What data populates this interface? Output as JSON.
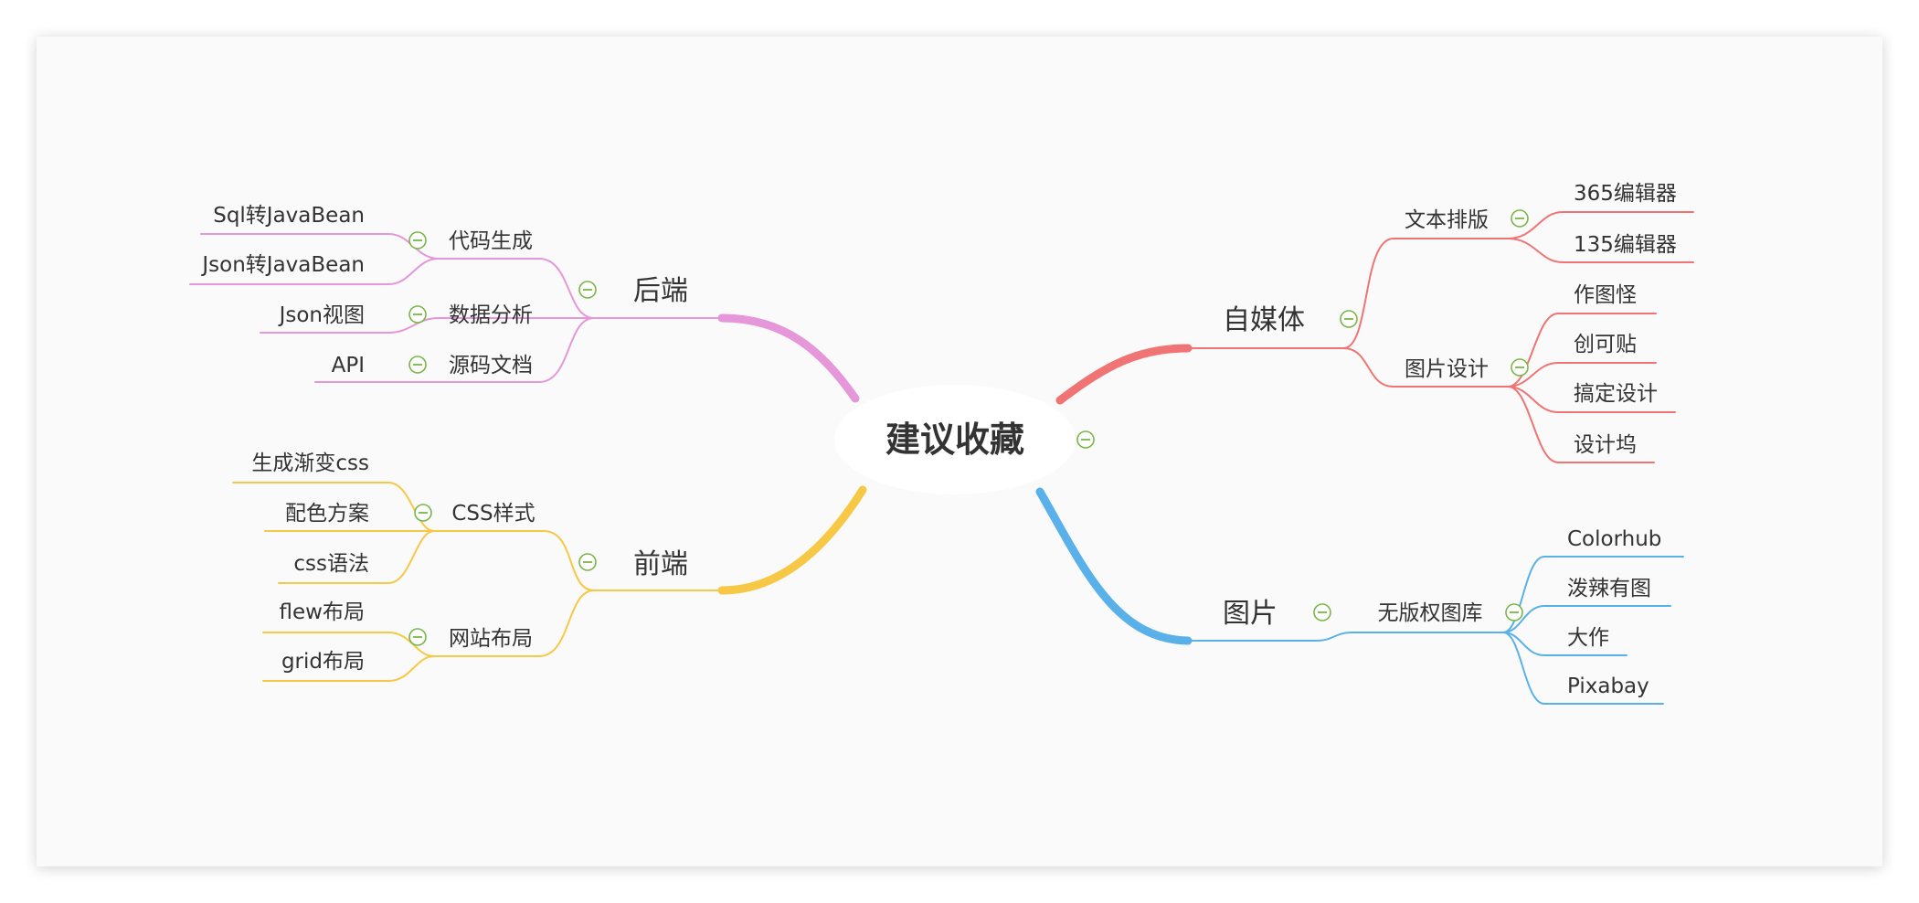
{
  "root": {
    "title": "建议收藏"
  },
  "colors": {
    "backend": "#e597d9",
    "frontend": "#f7c845",
    "media": "#f07474",
    "images": "#5ab1ea",
    "toggle": "#7ab648"
  },
  "branches": {
    "backend": {
      "label": "后端",
      "children": [
        {
          "label": "代码生成",
          "leaves": [
            "Sql转JavaBean",
            "Json转JavaBean"
          ]
        },
        {
          "label": "数据分析",
          "leaves": [
            "Json视图"
          ]
        },
        {
          "label": "源码文档",
          "leaves": [
            "API"
          ]
        }
      ]
    },
    "frontend": {
      "label": "前端",
      "children": [
        {
          "label": "CSS样式",
          "leaves": [
            "生成渐变css",
            "配色方案",
            "css语法"
          ]
        },
        {
          "label": "网站布局",
          "leaves": [
            "flew布局",
            "grid布局"
          ]
        }
      ]
    },
    "media": {
      "label": "自媒体",
      "children": [
        {
          "label": "文本排版",
          "leaves": [
            "365编辑器",
            "135编辑器"
          ]
        },
        {
          "label": "图片设计",
          "leaves": [
            "作图怪",
            "创可贴",
            "搞定设计",
            "设计坞"
          ]
        }
      ]
    },
    "images": {
      "label": "图片",
      "children": [
        {
          "label": "无版权图库",
          "leaves": [
            "Colorhub",
            "泼辣有图",
            "大作",
            "Pixabay"
          ]
        }
      ]
    }
  }
}
